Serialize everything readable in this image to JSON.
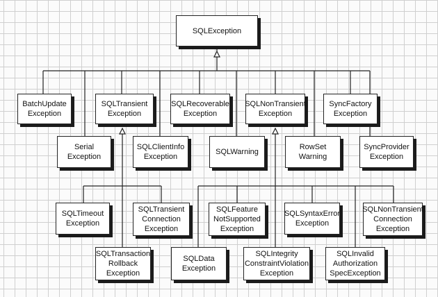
{
  "diagram": {
    "root": "SQLException",
    "row1": [
      "BatchUpdate\nException",
      "SQLTransient\nException",
      "SQLRecoverable\nException",
      "SQLNonTransient\nException",
      "SyncFactory\nException"
    ],
    "row2": [
      "Serial\nException",
      "SQLClientInfo\nException",
      "SQLWarning",
      "RowSet\nWarning",
      "SyncProvider\nException"
    ],
    "transient_children": [
      "SQLTimeout\nException",
      "SQLTransient\nConnection\nException",
      "SQLTransaction\nRollback\nException"
    ],
    "nontransient_children": [
      "SQLFeature\nNotSupported\nException",
      "SQLSyntaxError\nException",
      "SQLNonTransient\nConnection\nException",
      "SQLData\nException",
      "SQLIntegrity\nConstraintViolation\nException",
      "SQLInvalid\nAuthorization\nSpecException"
    ]
  }
}
